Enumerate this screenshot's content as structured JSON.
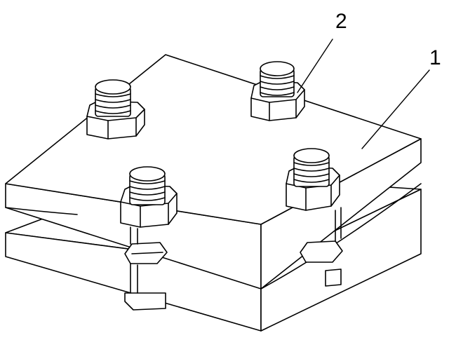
{
  "drawing": {
    "callouts": [
      {
        "id": "label-1",
        "text": "1"
      },
      {
        "id": "label-2",
        "text": "2"
      }
    ],
    "colors": {
      "line": "#000000",
      "face": "#ffffff"
    }
  }
}
